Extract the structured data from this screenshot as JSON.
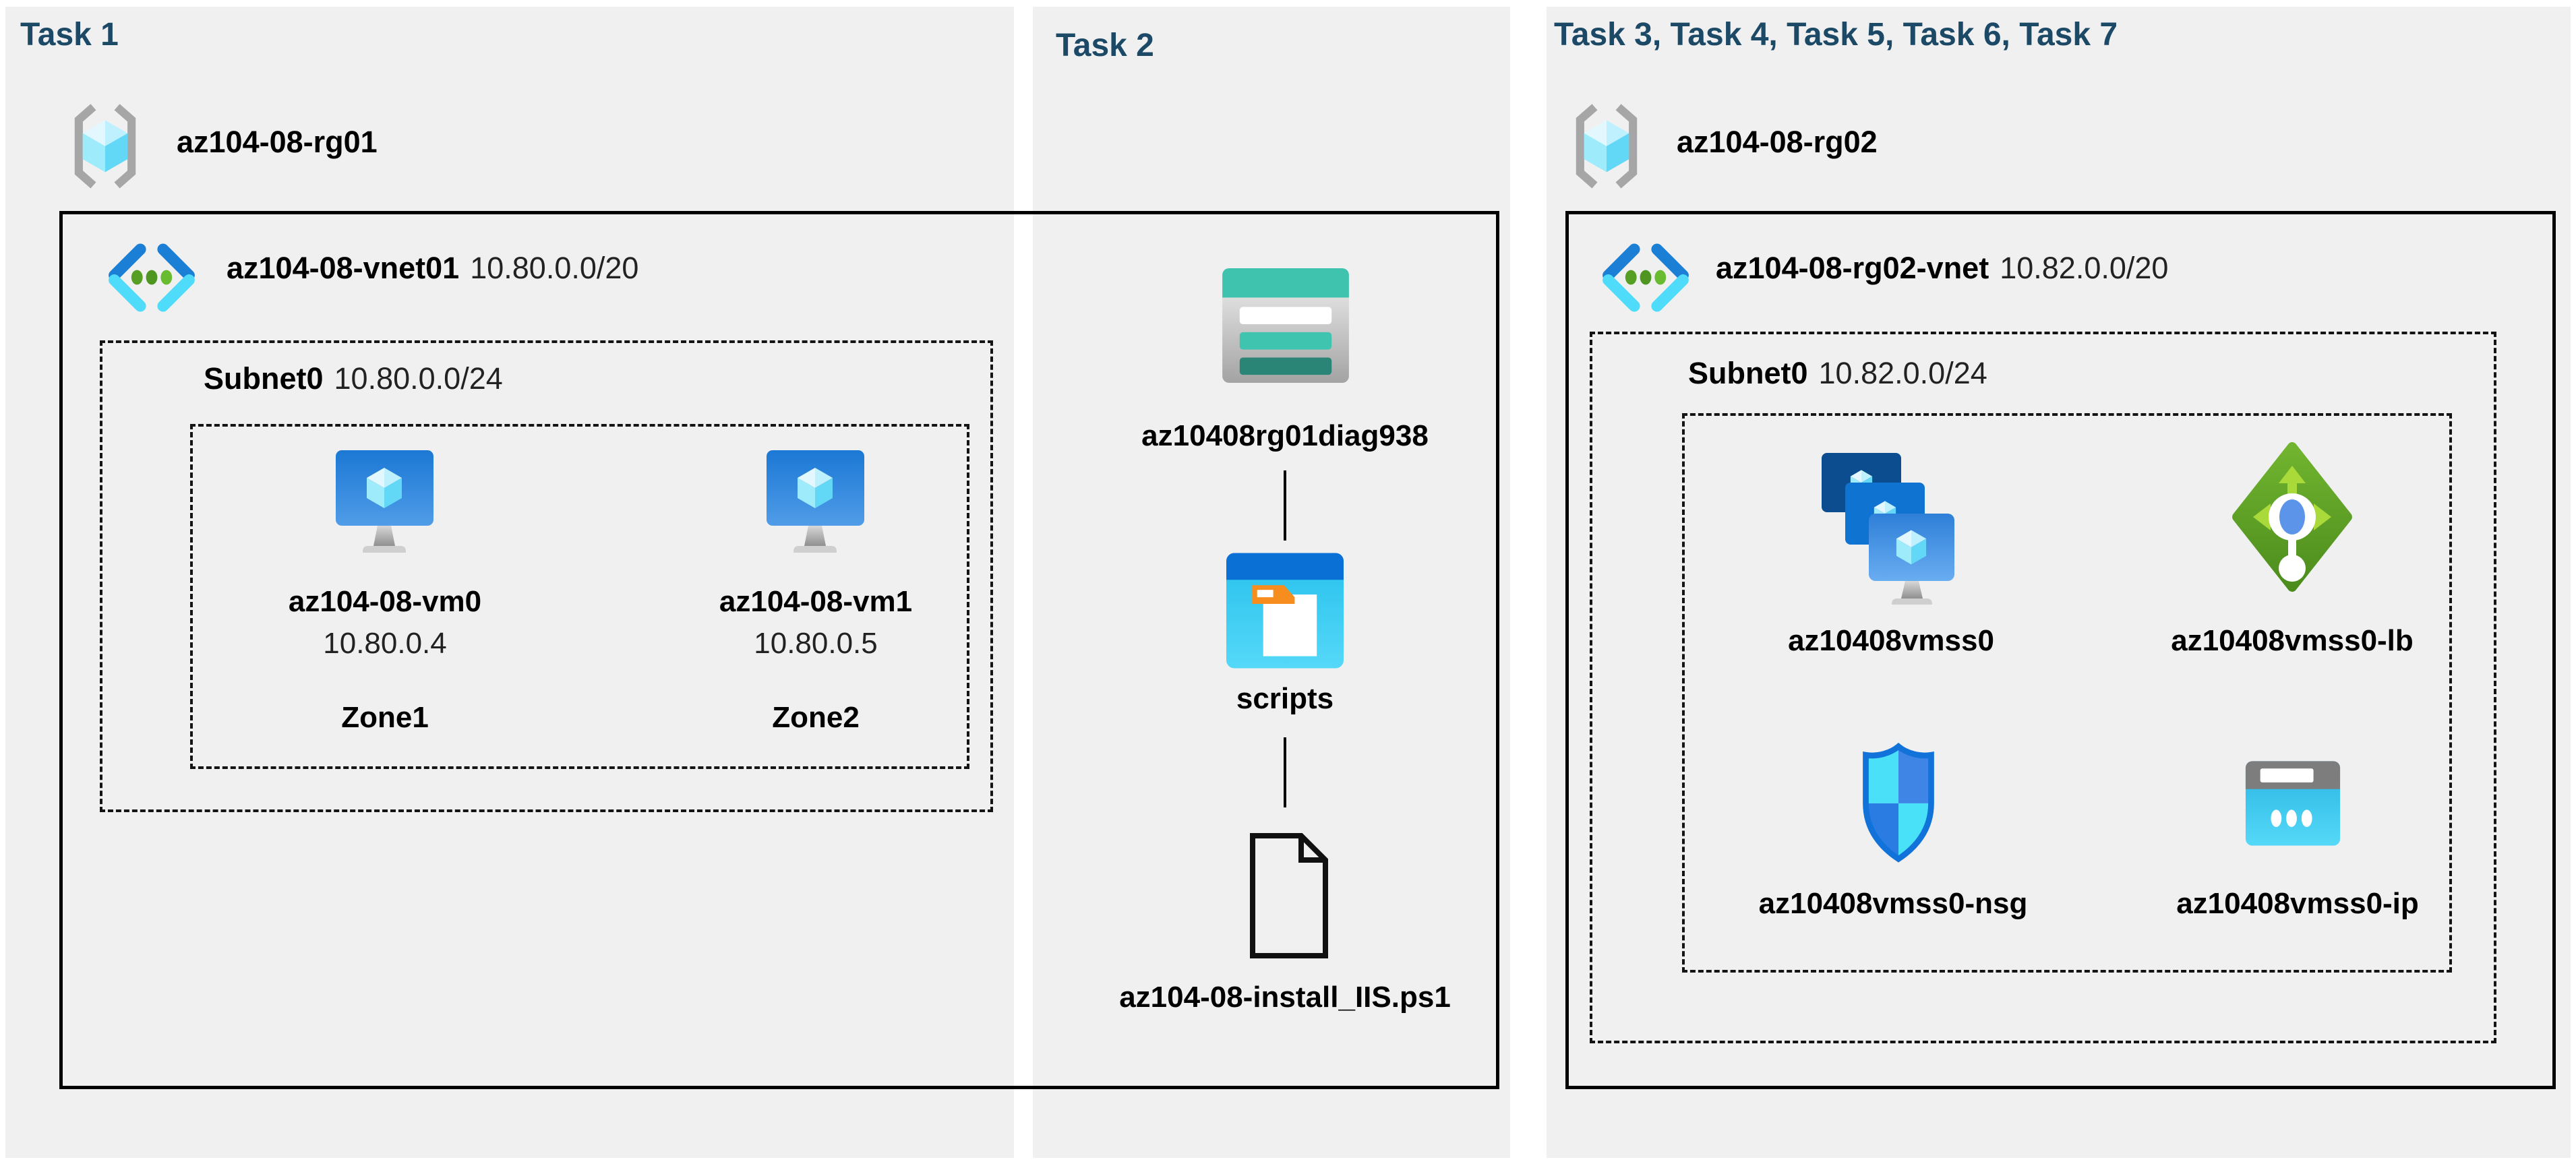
{
  "colors": {
    "panel_bg": "#f0f0f1",
    "header_navy": "#1c4966",
    "line_black": "#000000",
    "azure_blue": "#1b7fd6",
    "azure_cyan": "#50e6ff",
    "green_dot": "#5a9e27",
    "teal_storage": "#3fc3ae",
    "orange_tab": "#f78d1e",
    "lb_green": "#6ab02c",
    "nsg_blue": "#1173d9",
    "ip_cyan": "#33c3ec"
  },
  "panels": [
    {
      "title": "Task 1",
      "resource_group": {
        "name": "az104-08-rg01",
        "icon": "resource-group-icon"
      },
      "vnet": {
        "name": "az104-08-vnet01",
        "cidr": "10.80.0.0/20",
        "icon": "virtual-network-icon"
      },
      "subnet": {
        "name": "Subnet0",
        "cidr": "10.80.0.0/24"
      },
      "vms": [
        {
          "name": "az104-08-vm0",
          "ip": "10.80.0.4",
          "zone": "Zone1",
          "icon": "virtual-machine-icon"
        },
        {
          "name": "az104-08-vm1",
          "ip": "10.80.0.5",
          "zone": "Zone2",
          "icon": "virtual-machine-icon"
        }
      ]
    },
    {
      "title": "Task 2",
      "storage_account": {
        "name": "az10408rg01diag938",
        "icon": "storage-account-icon"
      },
      "container": {
        "name": "scripts",
        "icon": "blob-container-icon"
      },
      "script_file": {
        "name": "az104-08-install_IIS.ps1",
        "icon": "script-file-icon"
      }
    },
    {
      "title": "Task 3, Task 4, Task 5, Task 6, Task 7",
      "resource_group": {
        "name": "az104-08-rg02",
        "icon": "resource-group-icon"
      },
      "vnet": {
        "name": "az104-08-rg02-vnet",
        "cidr": "10.82.0.0/20",
        "icon": "virtual-network-icon"
      },
      "subnet": {
        "name": "Subnet0",
        "cidr": "10.82.0.0/24"
      },
      "resources": [
        {
          "name": "az10408vmss0",
          "icon": "vmss-icon"
        },
        {
          "name": "az10408vmss0-lb",
          "icon": "load-balancer-icon"
        },
        {
          "name": "az10408vmss0-nsg",
          "icon": "nsg-icon"
        },
        {
          "name": "az10408vmss0-ip",
          "icon": "public-ip-icon"
        }
      ]
    }
  ]
}
